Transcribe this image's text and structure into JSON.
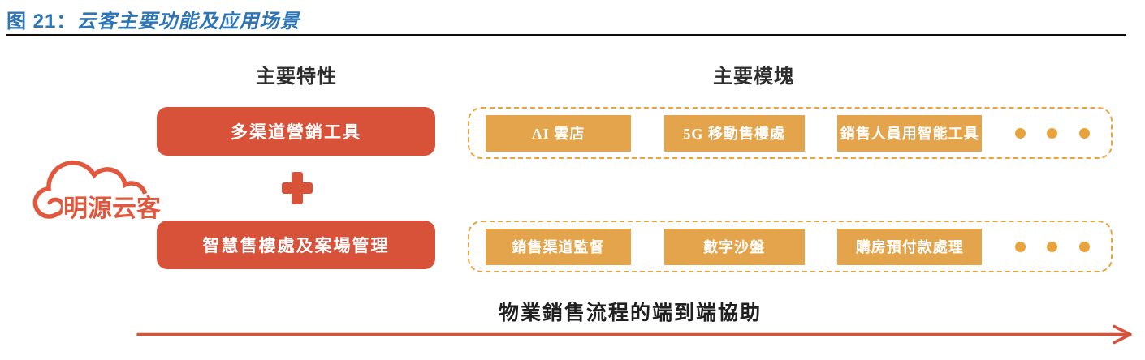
{
  "header": {
    "title_prefix": "图 21：",
    "title_text": "云客主要功能及应用场景"
  },
  "logo": {
    "name": "明源云客"
  },
  "columns": {
    "features_header": "主要特性",
    "modules_header": "主要模塊"
  },
  "features": [
    "多渠道營銷工具",
    "智慧售樓處及案場管理"
  ],
  "modules": {
    "row1": [
      "AI 雲店",
      "5G 移動售樓處",
      "銷售人員用智能工具"
    ],
    "row2": [
      "銷售渠道監督",
      "數字沙盤",
      "購房預付款處理"
    ]
  },
  "bottom": {
    "label": "物業銷售流程的端到端協助"
  },
  "colors": {
    "accent_red": "#D8523A",
    "module_amber": "#E3A44C",
    "dashed_border": "#ECA33B",
    "title_blue": "#2E75B6"
  }
}
